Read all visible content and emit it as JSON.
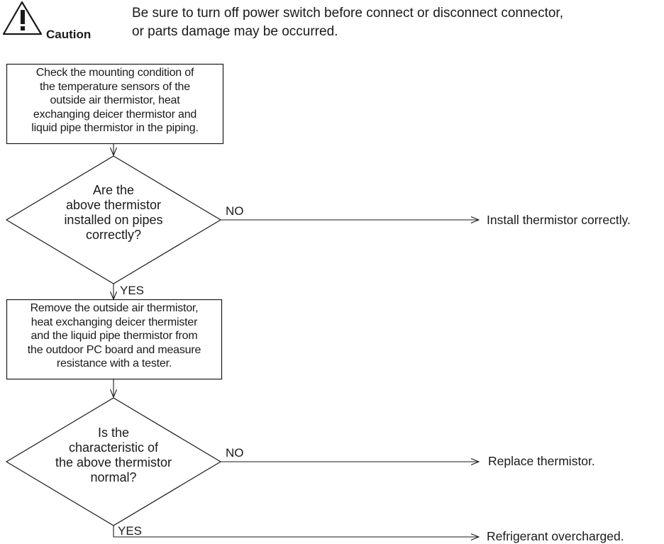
{
  "caution": {
    "label": "Caution",
    "icon": "warning-triangle-icon",
    "text": "Be sure to turn off power switch before connect or disconnect connector,\nor parts damage may be occurred."
  },
  "flow": {
    "step1": "Check the mounting condition of\nthe temperature sensors of the\noutside air thermistor, heat\nexchanging deicer thermistor and\nliquid pipe thermistor in the piping.",
    "decision1": "Are the\nabove thermistor\ninstalled on pipes\ncorrectly?",
    "decision1_no": "NO",
    "decision1_no_outcome": "Install thermistor correctly.",
    "decision1_yes": "YES",
    "step2": "Remove the outside air thermistor,\nheat exchanging deicer thermister\nand the liquid pipe thermistor from\nthe outdoor PC board and measure\nresistance with a tester.",
    "decision2": "Is the\ncharacteristic of\nthe above thermistor\nnormal?",
    "decision2_no": "NO",
    "decision2_no_outcome": "Replace thermistor.",
    "decision2_yes": "YES",
    "decision2_yes_outcome": "Refrigerant overcharged."
  }
}
